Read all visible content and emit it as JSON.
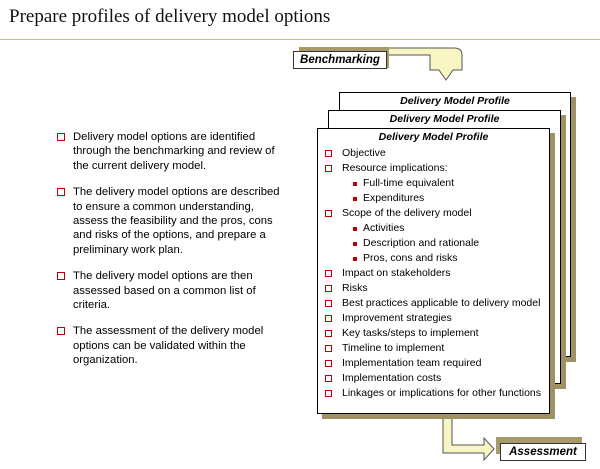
{
  "title": "Prepare profiles of delivery model options",
  "bullets": [
    "Delivery model options are identified through the benchmarking and review of the current delivery model.",
    "The delivery model options are described to ensure a common understanding, assess the feasibility and the pros, cons and risks of the options, and prepare a preliminary work plan.",
    "The delivery model options are then assessed based on a common list of criteria.",
    "The assessment of the delivery model options can be validated within the organization."
  ],
  "flow": {
    "input_label": "Benchmarking",
    "output_label": "Assessment"
  },
  "profile_card_title": "Delivery Model Profile",
  "profile_items": {
    "objective": "Objective",
    "resource": "Resource implications:",
    "resource_sub": [
      "Full-time equivalent",
      "Expenditures"
    ],
    "scope": "Scope of the delivery model",
    "scope_sub": [
      "Activities",
      "Description and rationale",
      "Pros, cons and risks"
    ],
    "rest": [
      "Impact on stakeholders",
      "Risks",
      "Best practices applicable to delivery model",
      "Improvement strategies",
      "Key tasks/steps to implement",
      "Timeline to implement",
      "Implementation team required",
      "Implementation costs",
      "Linkages or implications for other functions"
    ]
  },
  "colors": {
    "bullet_accent": "#c00000",
    "arrow_fill": "#f8f6c4",
    "shadow": "#a49a6a"
  }
}
